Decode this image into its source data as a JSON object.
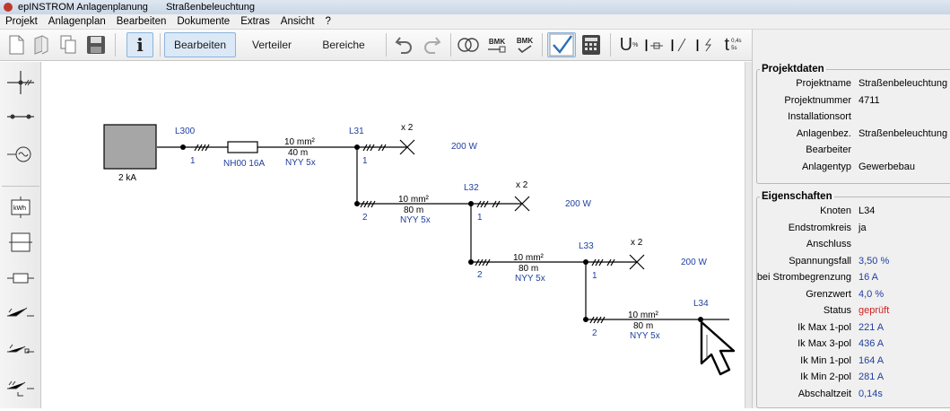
{
  "window": {
    "app_title": "epINSTROM Anlagenplanung",
    "document_title": "Straßenbeleuchtung"
  },
  "menu": [
    "Projekt",
    "Anlagenplan",
    "Bearbeiten",
    "Dokumente",
    "Extras",
    "Ansicht",
    "?"
  ],
  "toolbar": {
    "tabs": {
      "edit": "Bearbeiten",
      "distributor": "Verteiler",
      "areas": "Bereiche"
    },
    "info": "i",
    "bmk1": "BMK",
    "bmk2": "BMK",
    "u_label": "U",
    "t_label": "t",
    "t_small": "0,4s",
    "t_small2": "5s"
  },
  "diagram": {
    "source": {
      "label": "2 kA"
    },
    "nodes": [
      {
        "name": "L300",
        "count": "1"
      },
      {
        "name": "L31",
        "count": "1"
      },
      {
        "name": "L32",
        "count": "1"
      },
      {
        "name": "L33",
        "count": "1"
      }
    ],
    "fuse": "NH00 16A",
    "segments": [
      {
        "cross": "10 mm²",
        "len": "40 m",
        "type": "NYY 5x"
      },
      {
        "cross": "10 mm²",
        "len": "80 m",
        "type": "NYY 5x"
      },
      {
        "cross": "10 mm²",
        "len": "80 m",
        "type": "NYY 5x"
      },
      {
        "cross": "10 mm²",
        "len": "80 m",
        "type": "NYY 5x"
      }
    ],
    "branch_counts": [
      "2",
      "2",
      "2"
    ],
    "lamps": [
      {
        "count": "x 2",
        "power": "200 W"
      },
      {
        "count": "x 2",
        "power": "200 W"
      },
      {
        "count": "x 2",
        "power": "200 W"
      }
    ],
    "end_node": "L34"
  },
  "project": {
    "title": "Projektdaten",
    "rows": [
      {
        "k": "Projektname",
        "v": "Straßenbeleuchtung"
      },
      {
        "k": "Projektnummer",
        "v": "4711"
      },
      {
        "k": "Installationsort",
        "v": ""
      },
      {
        "k": "Anlagenbez.",
        "v": "Straßenbeleuchtung"
      },
      {
        "k": "Bearbeiter",
        "v": ""
      },
      {
        "k": "Anlagentyp",
        "v": "Gewerbebau"
      }
    ]
  },
  "properties": {
    "title": "Eigenschaften",
    "rows": [
      {
        "k": "Knoten",
        "v": "L34",
        "c": "black"
      },
      {
        "k": "Endstromkreis",
        "v": "ja",
        "c": "black"
      },
      {
        "k": "Anschluss",
        "v": "",
        "c": "black"
      },
      {
        "k": "Spannungsfall",
        "v": "3,50 %",
        "c": "blue"
      },
      {
        "k": "bei Strombegrenzung",
        "v": "16 A",
        "c": "blue"
      },
      {
        "k": "Grenzwert",
        "v": "4,0 %",
        "c": "blue"
      },
      {
        "k": "Status",
        "v": "geprüft",
        "c": "red"
      },
      {
        "k": "Ik Max 1-pol",
        "v": "221 A",
        "c": "blue"
      },
      {
        "k": "Ik Max 3-pol",
        "v": "436 A",
        "c": "blue"
      },
      {
        "k": "Ik Min 1-pol",
        "v": "164 A",
        "c": "blue"
      },
      {
        "k": "Ik Min 2-pol",
        "v": "281 A",
        "c": "blue"
      },
      {
        "k": "Abschaltzeit",
        "v": "0,14s",
        "c": "blue"
      }
    ]
  },
  "colors": {
    "blue_text": "#1f3fa0",
    "status_red": "#d02020",
    "source_gray": "#a6a6a6"
  }
}
